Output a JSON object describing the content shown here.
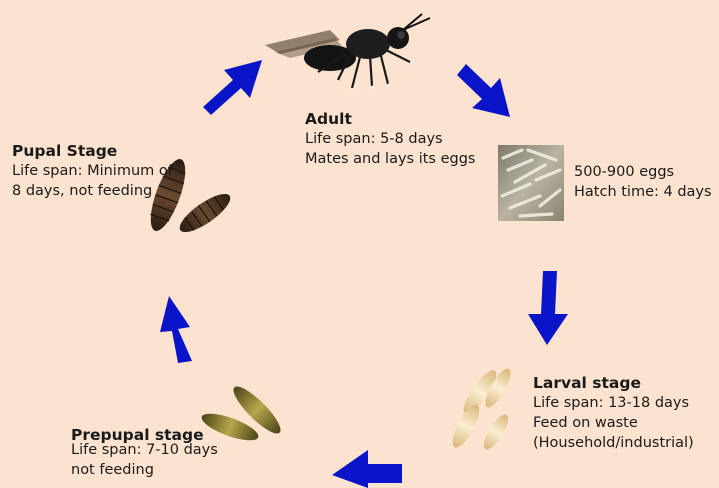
{
  "colors": {
    "background": "#fbe3cf",
    "arrow": "#0a14c8",
    "text": "#1a1a1a"
  },
  "stages": {
    "adult": {
      "title": "Adult",
      "lines": [
        "Life span: 5-8 days",
        "Mates and lays its eggs"
      ]
    },
    "eggs": {
      "title": "",
      "lines": [
        "500-900 eggs",
        "Hatch time: 4 days"
      ]
    },
    "larval": {
      "title": "Larval stage",
      "lines": [
        "Life span: 13-18 days",
        "Feed on waste",
        "(Household/industrial)"
      ]
    },
    "prepupal": {
      "title": "Prepupal stage",
      "lines": [
        "Life span: 7-10 days",
        "not feeding"
      ]
    },
    "pupal": {
      "title": "Pupal Stage",
      "lines": [
        "Life span: Minimum of",
        "8 days, not feeding"
      ]
    }
  },
  "icons": [
    "black-soldier-fly-icon",
    "egg-cluster-icon",
    "larvae-icon",
    "prepupae-icon",
    "pupae-icon",
    "cycle-arrow-icon"
  ]
}
